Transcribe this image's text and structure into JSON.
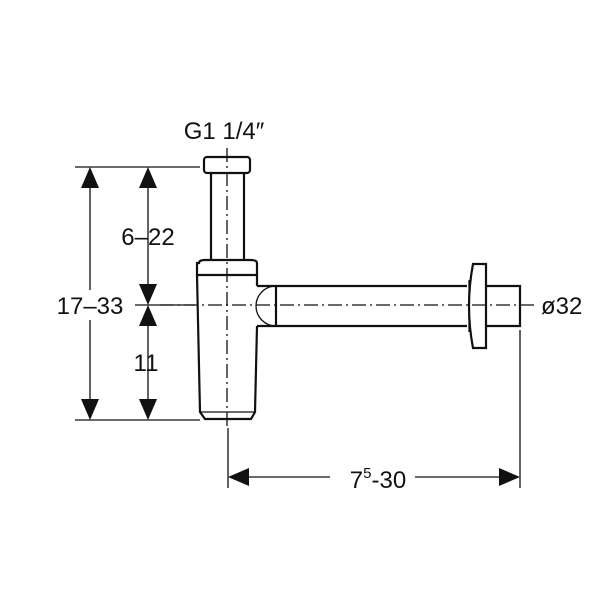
{
  "labels": {
    "thread": "G1 1/4″",
    "height_upper": "6–22",
    "height_total": "17–33",
    "height_lower": "11",
    "diameter": "ø32",
    "length_base": "7",
    "length_sup": "5",
    "length_rest": "-30"
  }
}
